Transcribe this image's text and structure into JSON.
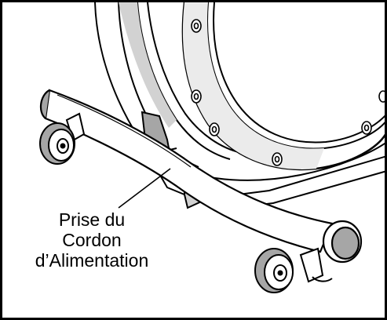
{
  "colors": {
    "line": "#000000",
    "shade": "#a6a6a6",
    "light_shade": "#d2d2d2",
    "background": "#ffffff"
  },
  "callout": {
    "line1": "Prise du",
    "line2": "Cordon",
    "line3": "d’Alimentation"
  }
}
